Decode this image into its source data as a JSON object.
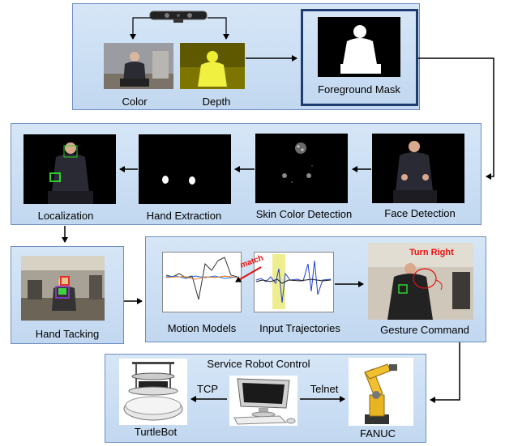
{
  "stages": {
    "color": "Color",
    "depth": "Depth",
    "foreground_mask": "Foreground Mask",
    "localization": "Localization",
    "hand_extraction": "Hand Extraction",
    "skin_color_detection": "Skin Color Detection",
    "face_detection": "Face Detection",
    "hand_tracking": "Hand Tacking",
    "motion_models": "Motion Models",
    "input_trajectories": "Input Trajectories",
    "gesture_command": "Gesture Command",
    "service_robot_control": "Service Robot Control",
    "turtlebot": "TurtleBot",
    "fanuc": "FANUC",
    "tcp": "TCP",
    "telnet": "Telnet"
  },
  "annotations": {
    "match": "match",
    "turn_right": "Turn Right"
  },
  "colors": {
    "panel_border": "#6f8fc0",
    "panel_fill": "#c8dcf2",
    "arrow": "#000000",
    "annotation_red": "#e11111"
  }
}
